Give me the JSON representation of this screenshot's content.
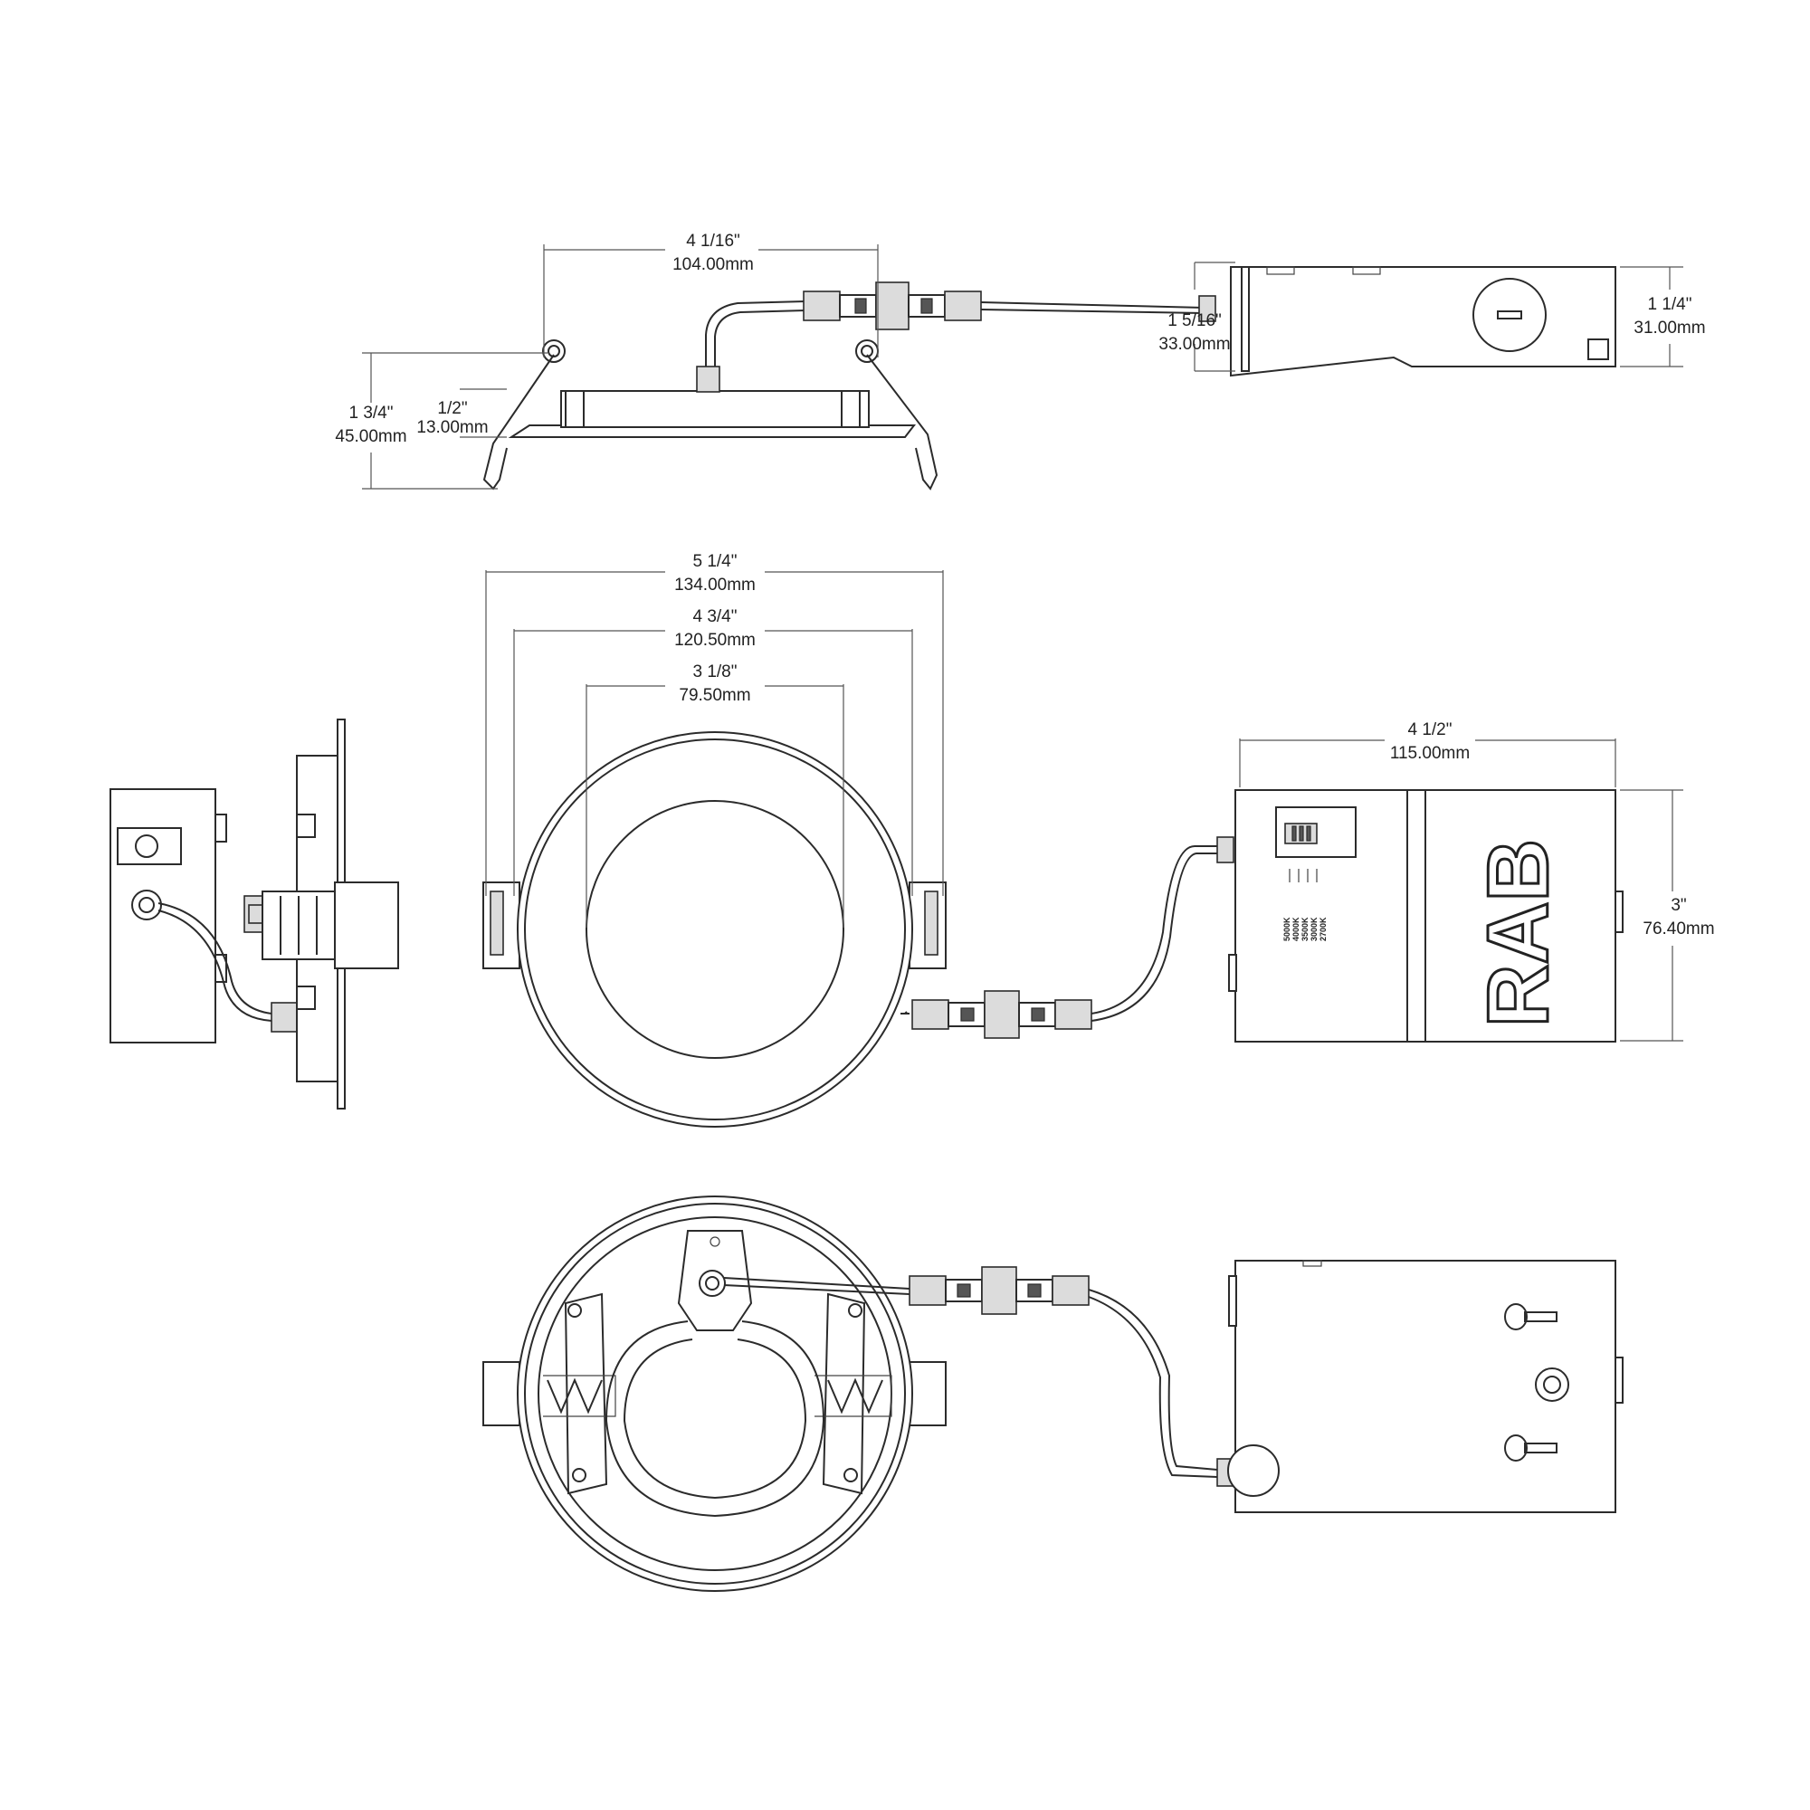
{
  "dimensions": {
    "top_width": {
      "imperial": "4 1/16\"",
      "metric": "104.00mm"
    },
    "top_height": {
      "imperial": "1 3/4\"",
      "metric": "45.00mm"
    },
    "top_flange": {
      "imperial": "1/2\"",
      "metric": "13.00mm"
    },
    "box_depth": {
      "imperial": "1 5/16\"",
      "metric": "33.00mm"
    },
    "box_height": {
      "imperial": "1 1/4\"",
      "metric": "31.00mm"
    },
    "outer_diameter": {
      "imperial": "5 1/4\"",
      "metric": "134.00mm"
    },
    "cutout_diameter": {
      "imperial": "4 3/4\"",
      "metric": "120.50mm"
    },
    "lens_diameter": {
      "imperial": "3 1/8\"",
      "metric": "79.50mm"
    },
    "box_length": {
      "imperial": "4 1/2\"",
      "metric": "115.00mm"
    },
    "box_width": {
      "imperial": "3\"",
      "metric": "76.40mm"
    }
  },
  "cct_options": [
    "5000K",
    "4000K",
    "3500K",
    "3000K",
    "2700K"
  ],
  "brand_logo": "RAB",
  "colors": {
    "line": "#2b2b2b",
    "background": "#ffffff",
    "dimension": "#555555"
  }
}
